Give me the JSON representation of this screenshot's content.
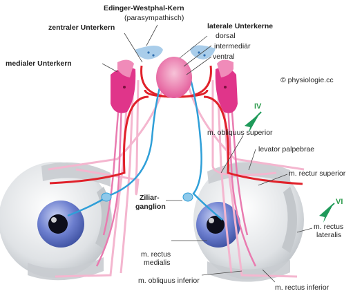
{
  "labels": {
    "ew_title": "Edinger-Westphal-Kern",
    "ew_sub": "(parasympathisch)",
    "zentraler": "zentraler Unterkern",
    "medialer": "medialer Unterkern",
    "laterale": "laterale Unterkerne",
    "dorsal": "dorsal",
    "intermediaer": "intermediär",
    "ventral": "ventral",
    "copyright": "© physiologie.cc",
    "iv": "IV",
    "obliquus_sup": "m. obliquus superior",
    "levator": "levator palpebrae",
    "rectur_sup": "m. rectur superior",
    "vi": "VI",
    "rectus_lat_1": "m. rectus",
    "rectus_lat_2": "lateralis",
    "ziliar_1": "Ziliar-",
    "ziliar_2": "ganglion",
    "rectus_med_1": "m. rectus",
    "rectus_med_2": "medialis",
    "obliquus_inf": "m. obliquus inferior",
    "rectus_inf": "m. rectus inferior"
  },
  "colors": {
    "nucleus_pink": "#e0358a",
    "pale_pink": "#f4b6cf",
    "red_fiber": "#e0212a",
    "blue_fiber": "#2f9fd8",
    "ew_blue": "#a9cdea",
    "arrow_green": "#1f9a5a",
    "eye_gray": "#d9dcdf",
    "iris_blue": "#5a6fc0"
  }
}
